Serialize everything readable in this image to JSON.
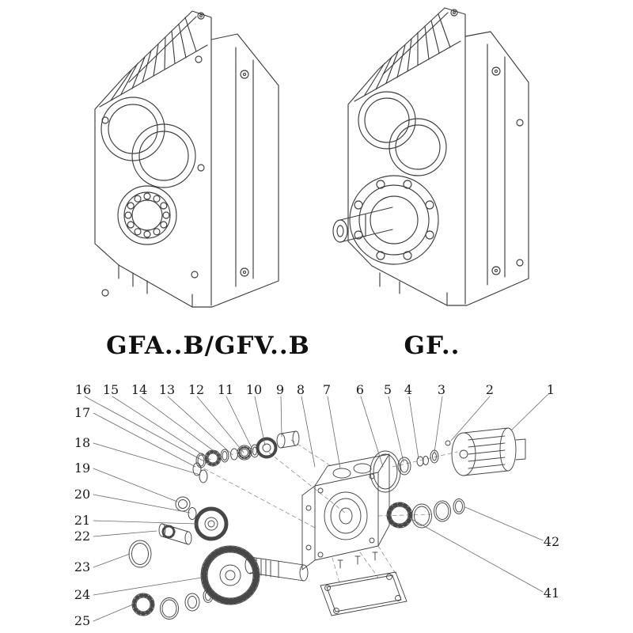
{
  "diagram": {
    "models": [
      {
        "label": "GFA..B/GFV..B"
      },
      {
        "label": "GF.."
      }
    ],
    "callouts": {
      "top_row": [
        "16",
        "15",
        "14",
        "13",
        "12",
        "11",
        "10",
        "9",
        "8",
        "7",
        "6",
        "5",
        "4",
        "3",
        "2",
        "1"
      ],
      "left_col": [
        "17",
        "18",
        "19",
        "20",
        "21",
        "22",
        "23",
        "24",
        "25"
      ],
      "right_col": [
        "42",
        "41"
      ]
    }
  },
  "colors": {
    "line": "#3f3f3f",
    "leader": "#6a6a6a",
    "text": "#1a1a1a"
  }
}
